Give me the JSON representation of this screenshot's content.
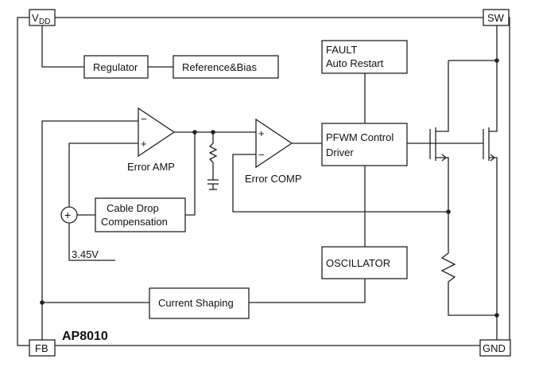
{
  "diagram": {
    "chip_name": "AP8010",
    "pins": {
      "vdd_main": "V",
      "vdd_sub": "DD",
      "sw": "SW",
      "fb": "FB",
      "gnd": "GND"
    },
    "blocks": {
      "regulator": "Regulator",
      "reference_bias": "Reference&Bias",
      "fault_line1": "FAULT",
      "fault_line2": "Auto Restart",
      "pfwm_line1": "PFWM Control",
      "pfwm_line2": "Driver",
      "cable_line1": "Cable Drop",
      "cable_line2": "Compensation",
      "oscillator": "OSCILLATOR",
      "current_shaping": "Current Shaping"
    },
    "amplifiers": {
      "error_amp": "Error AMP",
      "error_comp": "Error COMP",
      "minus": "−",
      "plus": "+"
    },
    "reference_voltage": "3.45V",
    "summer_symbol": "+"
  }
}
